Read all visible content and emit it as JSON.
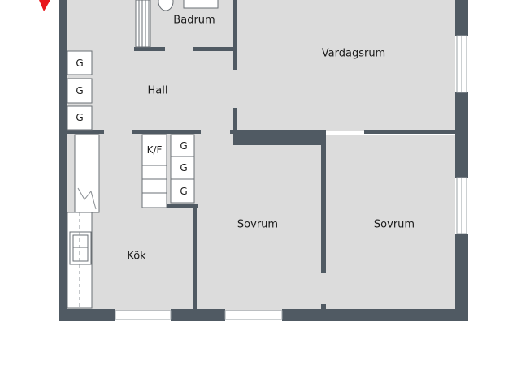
{
  "rooms": {
    "badrum": "Badrum",
    "vardagsrum": "Vardagsrum",
    "hall": "Hall",
    "kok": "Kök",
    "sovrum_1": "Sovrum",
    "sovrum_2": "Sovrum"
  },
  "cabinets": {
    "hall_1": "G",
    "hall_2": "G",
    "hall_3": "G",
    "kf": "K/F",
    "kitchen_1": "G",
    "kitchen_2": "G",
    "kitchen_3": "G"
  },
  "colors": {
    "floor": "#dcdcdc",
    "wall": "#505a63",
    "fixture": "#ffffff",
    "marker": "#e8161b"
  }
}
